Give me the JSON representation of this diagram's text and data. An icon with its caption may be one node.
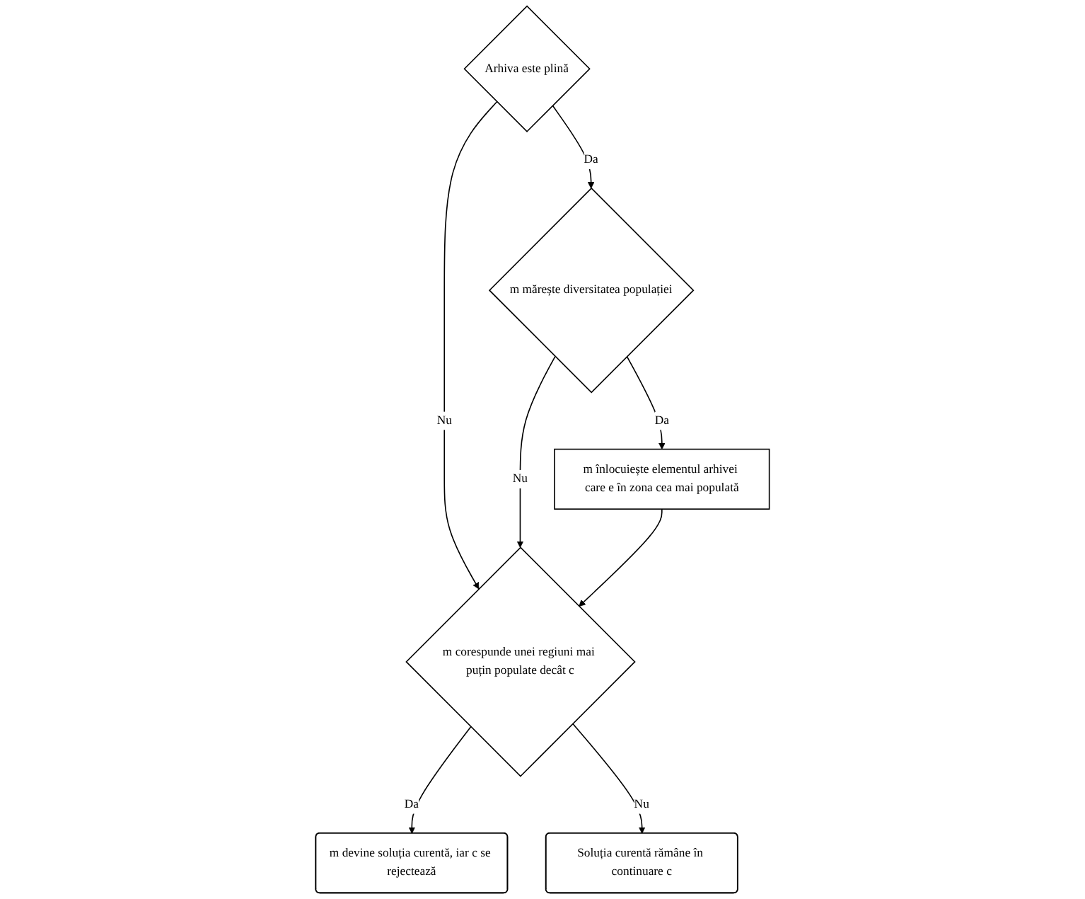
{
  "diagram": {
    "nodes": [
      {
        "text": [
          "Arhiva este plină"
        ]
      },
      {
        "text": [
          "m mărește diversitatea populației"
        ]
      },
      {
        "text": [
          "m înlocuiește elementul arhivei care e în zona cea mai populată"
        ]
      },
      {
        "text": [
          "m corespunde unei regiuni mai puțin populate decât c"
        ]
      },
      {
        "text": [
          "m devine soluția curentă, iar c se rejectează"
        ]
      },
      {
        "text": [
          "Soluția curentă rămâne în continuare c"
        ]
      }
    ],
    "edges": [
      {
        "from": 0,
        "to": 1,
        "arrow": "to",
        "label": "Da"
      },
      {
        "from": 0,
        "to": 3,
        "arrow": "to",
        "label": "Nu"
      },
      {
        "from": 1,
        "to": 2,
        "arrow": "to",
        "label": "Da"
      },
      {
        "from": 1,
        "to": 3,
        "arrow": "to",
        "label": "Nu"
      },
      {
        "from": 2,
        "to": 3,
        "arrow": "to"
      },
      {
        "from": 3,
        "to": 4,
        "arrow": "to",
        "label": "Da"
      },
      {
        "from": 3,
        "to": 5,
        "arrow": "to",
        "label": "Nu"
      }
    ]
  }
}
